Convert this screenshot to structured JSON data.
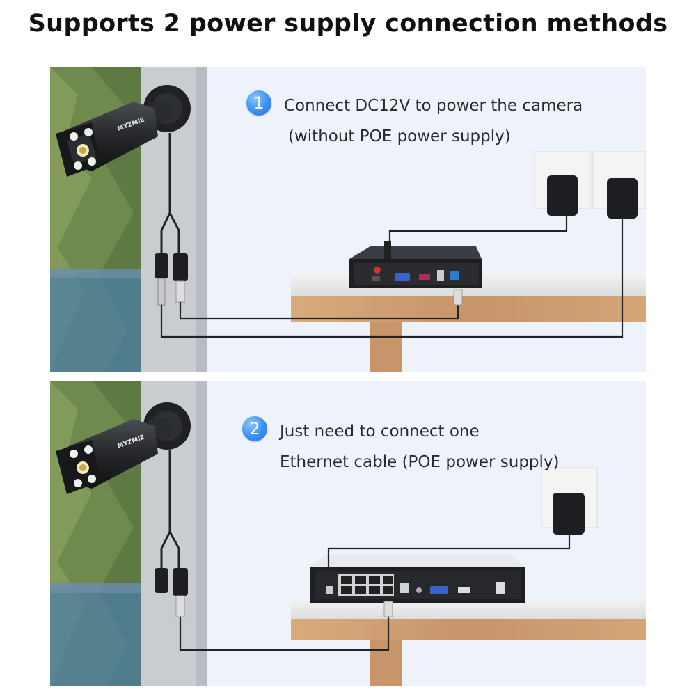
{
  "headline": "Supports 2 power supply connection methods",
  "methods": [
    {
      "badge": "1",
      "line1": "Connect DC12V to power the camera",
      "line2": "(without POE power supply)"
    },
    {
      "badge": "2",
      "line1": "Just need to connect one",
      "line2": "Ethernet cable (POE power supply)"
    }
  ],
  "camera_brand": "MYZMIE",
  "colors": {
    "badge": "#3b8ff0",
    "panel_bg": "#eef3fb",
    "wood": "#c99a6a",
    "recorder": "#1d1f22",
    "cable": "#222222"
  }
}
